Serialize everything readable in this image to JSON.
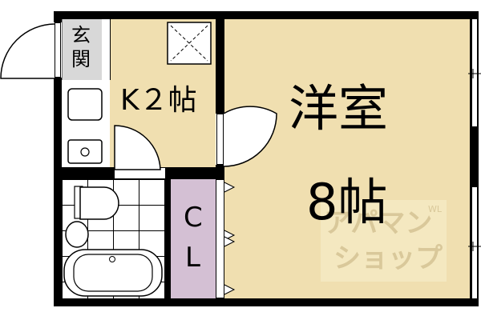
{
  "plan": {
    "rooms": {
      "genkan": {
        "label_line1": "玄",
        "label_line2": "関"
      },
      "kitchen": {
        "label": "K２帖"
      },
      "western_room": {
        "label_line1": "洋室",
        "label_line2": "8帖"
      },
      "closet": {
        "label_line1": "C",
        "label_line2": "L"
      }
    },
    "watermark": {
      "line1": "アパマン",
      "line2": "ショップ",
      "badge": "WL"
    },
    "colors": {
      "room_fill": "#f0dfb0",
      "closet_fill": "#d4c0d4",
      "genkan_fill": "#d8d8d8",
      "wall": "#000000",
      "watermark": "#d9c89a"
    }
  }
}
